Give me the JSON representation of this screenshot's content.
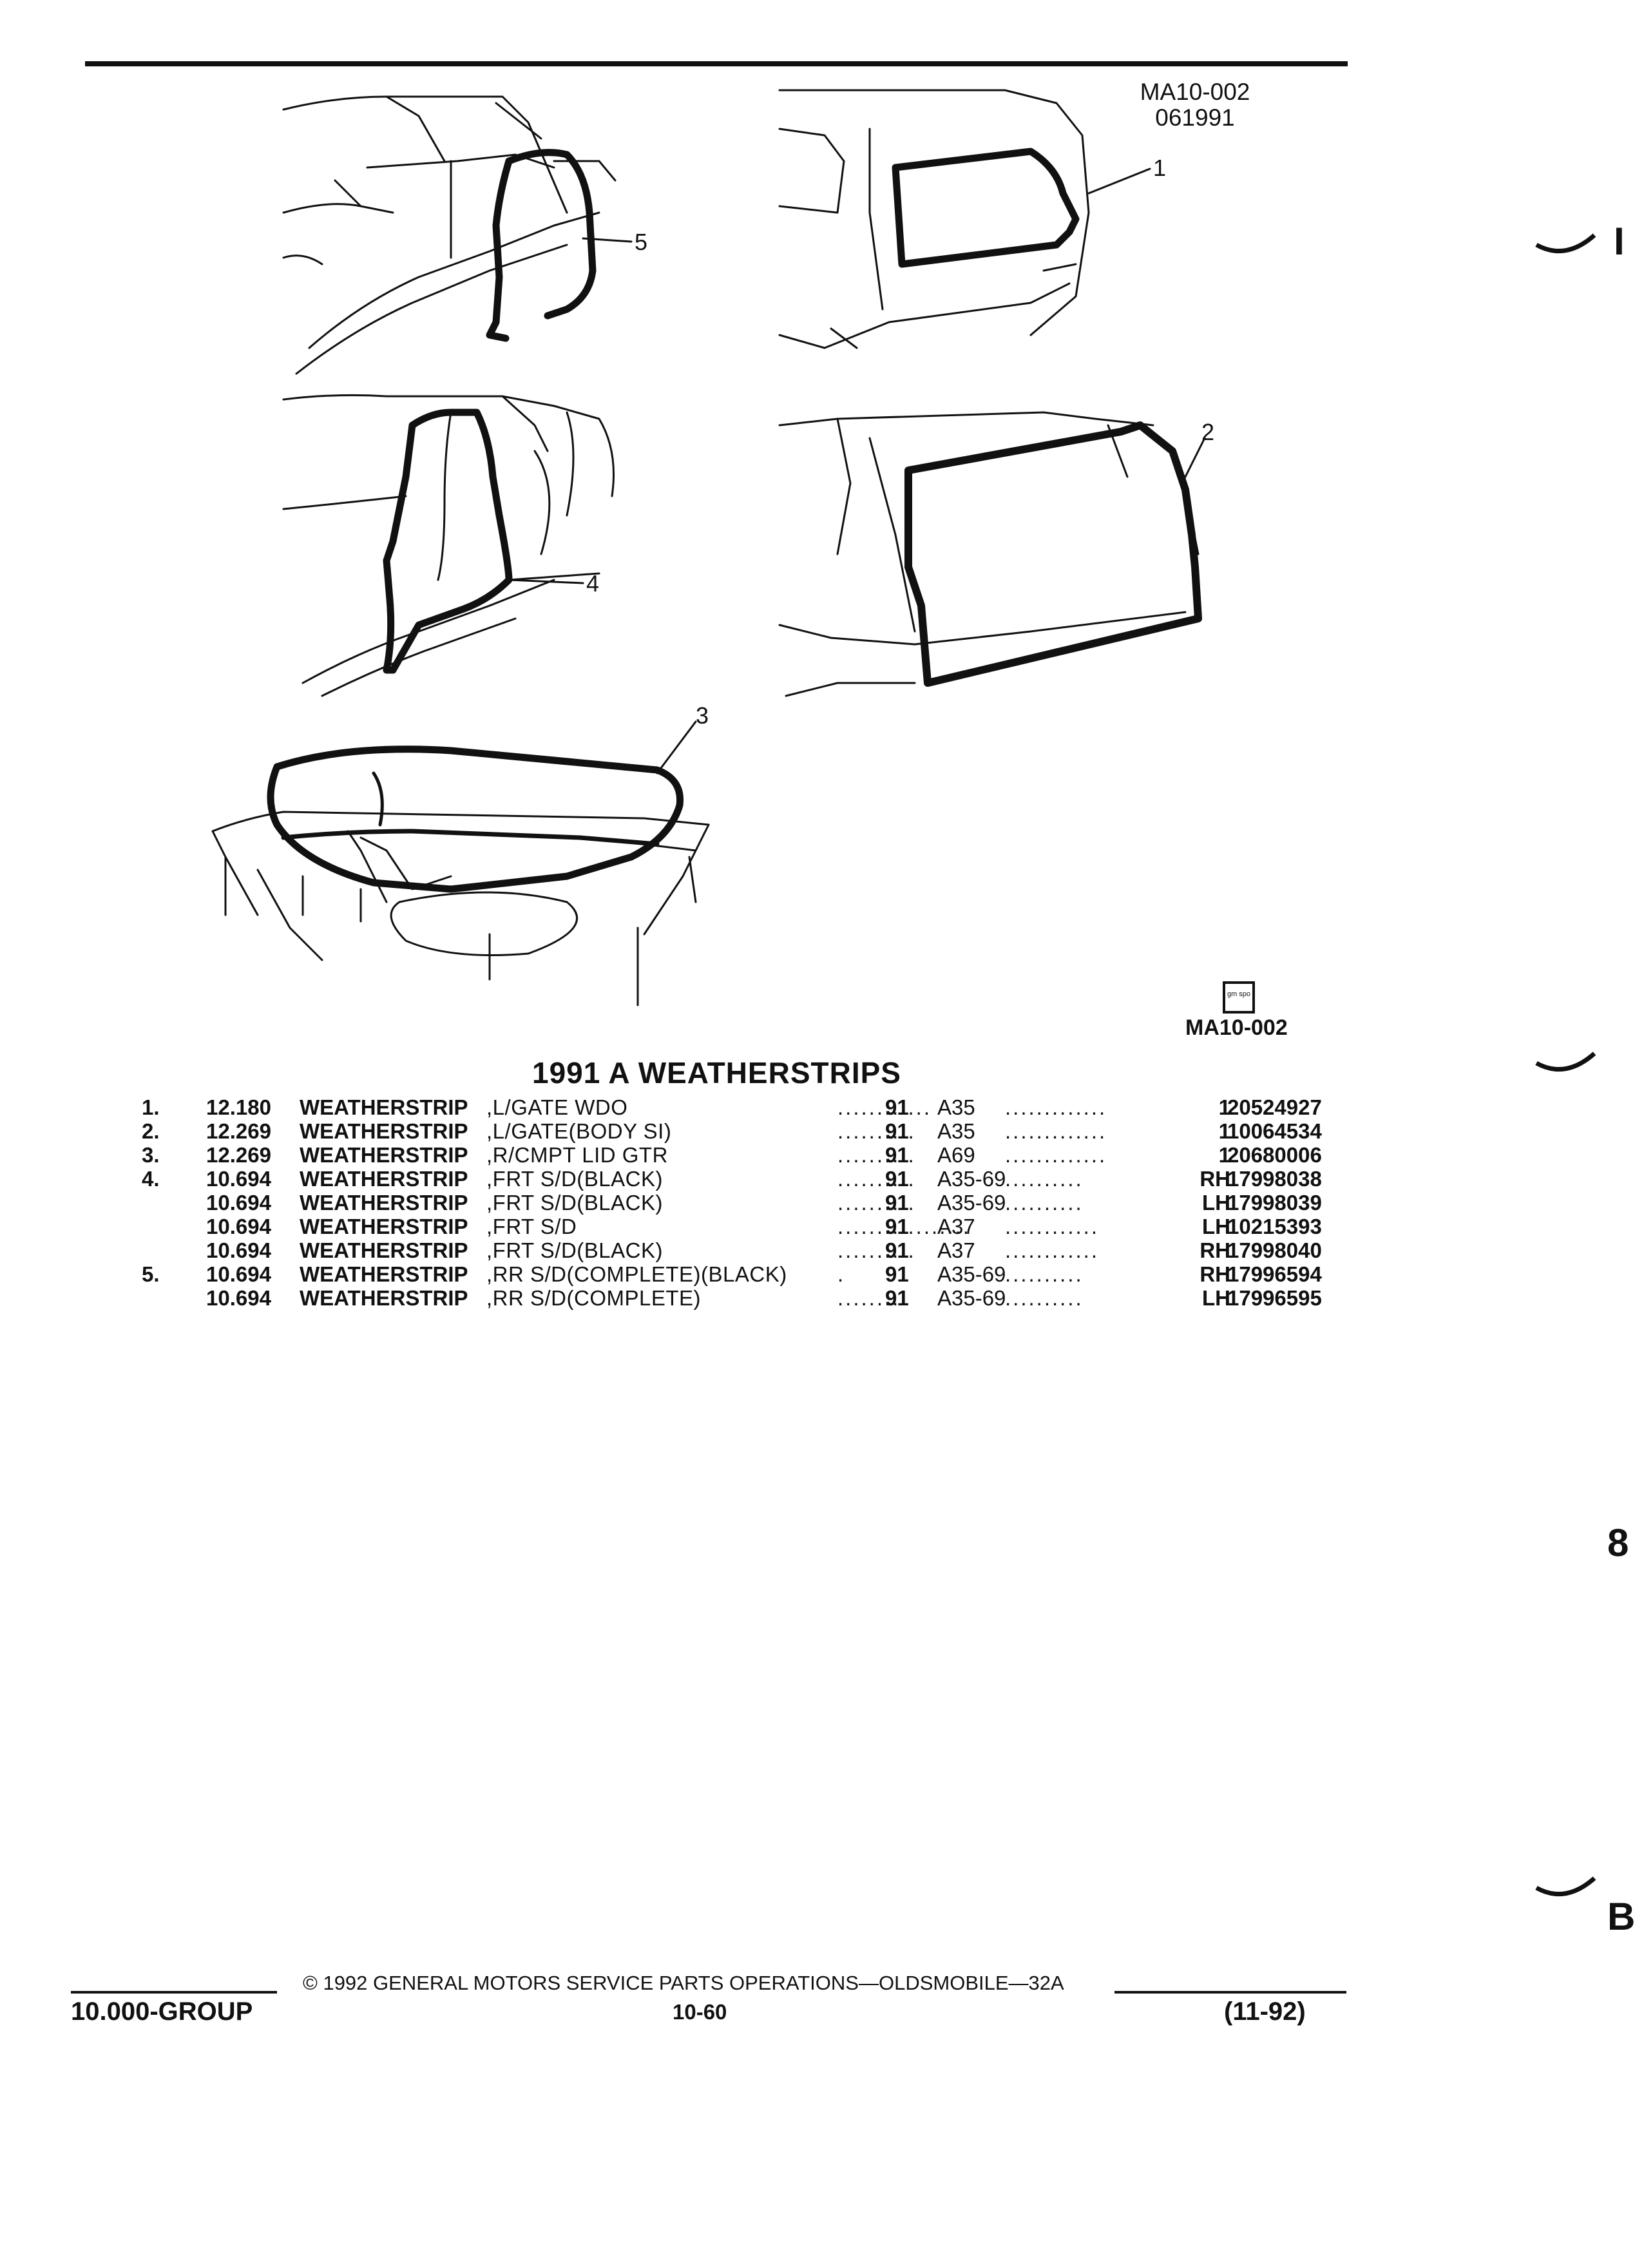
{
  "header": {
    "diagram_code": "MA10-002",
    "diagram_date": "061991",
    "stamp_code": "MA10-002",
    "stamp_text": "gm spo"
  },
  "callouts": [
    "1",
    "2",
    "3",
    "4",
    "5"
  ],
  "section_title": "1991 A WEATHERSTRIPS",
  "parts": [
    {
      "num": "1.",
      "group": "12.180",
      "name": "WEATHERSTRIP",
      "desc": ",L/GATE WDO",
      "dots1": "............",
      "year": "91",
      "model": "A35",
      "dots2": ".............",
      "qty": "1",
      "part_no": "20524927"
    },
    {
      "num": "2.",
      "group": "12.269",
      "name": "WEATHERSTRIP",
      "desc": ",L/GATE(BODY SI)",
      "dots1": "..........",
      "year": "91",
      "model": "A35",
      "dots2": ".............",
      "qty": "1",
      "part_no": "10064534"
    },
    {
      "num": "3.",
      "group": "12.269",
      "name": "WEATHERSTRIP",
      "desc": ",R/CMPT LID GTR",
      "dots1": "..........",
      "year": "91",
      "model": "A69",
      "dots2": ".............",
      "qty": "1",
      "part_no": "20680006"
    },
    {
      "num": "4.",
      "group": "10.694",
      "name": "WEATHERSTRIP",
      "desc": ",FRT S/D(BLACK)",
      "dots1": "..........",
      "year": "91",
      "model": "A35-69",
      "dots2": "..........",
      "qty": "RH",
      "part_no": "17998038"
    },
    {
      "num": "",
      "group": "10.694",
      "name": "WEATHERSTRIP",
      "desc": ",FRT S/D(BLACK)",
      "dots1": "..........",
      "year": "91",
      "model": "A35-69",
      "dots2": "..........",
      "qty": "LH",
      "part_no": "17998039"
    },
    {
      "num": "",
      "group": "10.694",
      "name": "WEATHERSTRIP",
      "desc": ",FRT S/D",
      "dots1": ".................",
      "year": "91",
      "model": "A37",
      "dots2": "............",
      "qty": "LH",
      "part_no": "10215393"
    },
    {
      "num": "",
      "group": "10.694",
      "name": "WEATHERSTRIP",
      "desc": ",FRT S/D(BLACK)",
      "dots1": "..........",
      "year": "91",
      "model": "A37",
      "dots2": "............",
      "qty": "RH",
      "part_no": "17998040"
    },
    {
      "num": "5.",
      "group": "10.694",
      "name": "WEATHERSTRIP",
      "desc": ",RR S/D(COMPLETE)(BLACK)",
      "dots1": ".",
      "year": "91",
      "model": "A35-69",
      "dots2": "..........",
      "qty": "RH",
      "part_no": "17996594"
    },
    {
      "num": "",
      "group": "10.694",
      "name": "WEATHERSTRIP",
      "desc": ",RR S/D(COMPLETE)",
      "dots1": "........",
      "year": "91",
      "model": "A35-69",
      "dots2": "..........",
      "qty": "LH",
      "part_no": "17996595"
    }
  ],
  "footer": {
    "group": "10.000-GROUP",
    "copyright": "© 1992 GENERAL MOTORS SERVICE PARTS OPERATIONS—OLDSMOBILE—32A",
    "page": "10-60",
    "date": "(11-92)"
  },
  "edge_marks": [
    "I",
    "8",
    "B"
  ]
}
